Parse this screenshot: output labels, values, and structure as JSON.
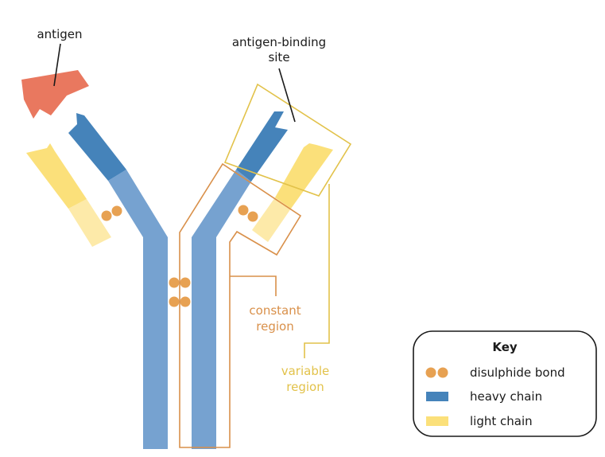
{
  "colors": {
    "antigen": "#e9785f",
    "heavy_chain_variable": "#4583ba",
    "heavy_chain_constant": "#76a2d0",
    "light_chain_variable": "#fbe07a",
    "light_chain_constant": "#fdeaa9",
    "disulphide_bond": "#e7a152",
    "constant_region_outline": "#d9904a",
    "variable_region_outline": "#e2c24a"
  },
  "labels": {
    "antigen": "antigen",
    "binding_site_line1": "antigen-binding",
    "binding_site_line2": "site",
    "constant_line1": "constant",
    "constant_line2": "region",
    "variable_line1": "variable",
    "variable_line2": "region"
  },
  "key": {
    "title": "Key",
    "items": [
      {
        "icon": "disulphide-bond-icon",
        "label": "disulphide bond"
      },
      {
        "icon": "heavy-chain-swatch",
        "label": "heavy chain"
      },
      {
        "icon": "light-chain-swatch",
        "label": "light chain"
      }
    ]
  }
}
